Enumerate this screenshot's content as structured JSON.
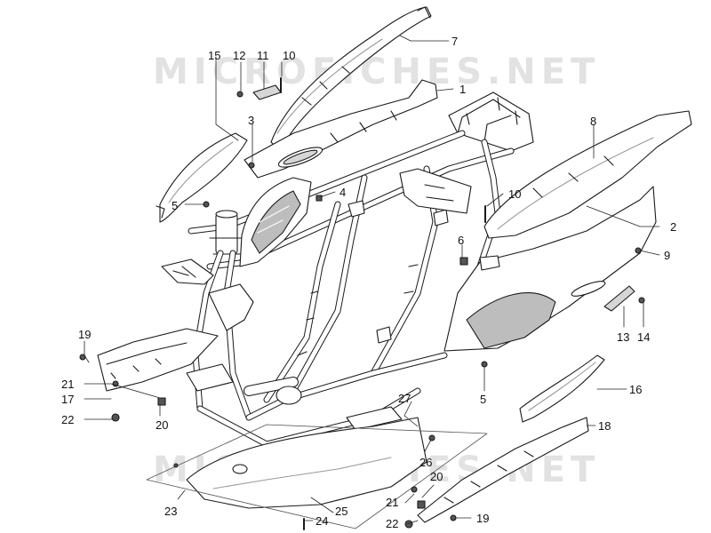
{
  "watermark": {
    "text": "MICROFICHES.NET",
    "color": "#e2e2e2"
  },
  "colors": {
    "line": "#1a1a1a",
    "part_fill": "#ffffff",
    "part_shade": "#d6d6d6",
    "part_dark": "#9a9a9a"
  },
  "callouts": [
    {
      "id": "c1",
      "label": "1"
    },
    {
      "id": "c2",
      "label": "2"
    },
    {
      "id": "c3",
      "label": "3"
    },
    {
      "id": "c4",
      "label": "4"
    },
    {
      "id": "c5a",
      "label": "5"
    },
    {
      "id": "c5b",
      "label": "5"
    },
    {
      "id": "c6",
      "label": "6"
    },
    {
      "id": "c7",
      "label": "7"
    },
    {
      "id": "c8",
      "label": "8"
    },
    {
      "id": "c9",
      "label": "9"
    },
    {
      "id": "c10a",
      "label": "10"
    },
    {
      "id": "c10b",
      "label": "10"
    },
    {
      "id": "c11",
      "label": "11"
    },
    {
      "id": "c12",
      "label": "12"
    },
    {
      "id": "c13",
      "label": "13"
    },
    {
      "id": "c14",
      "label": "14"
    },
    {
      "id": "c15",
      "label": "15"
    },
    {
      "id": "c16",
      "label": "16"
    },
    {
      "id": "c17",
      "label": "17"
    },
    {
      "id": "c18",
      "label": "18"
    },
    {
      "id": "c19a",
      "label": "19"
    },
    {
      "id": "c19b",
      "label": "19"
    },
    {
      "id": "c20a",
      "label": "20"
    },
    {
      "id": "c20b",
      "label": "20"
    },
    {
      "id": "c21a",
      "label": "21"
    },
    {
      "id": "c21b",
      "label": "21"
    },
    {
      "id": "c22a",
      "label": "22"
    },
    {
      "id": "c22b",
      "label": "22"
    },
    {
      "id": "c23",
      "label": "23"
    },
    {
      "id": "c24",
      "label": "24"
    },
    {
      "id": "c25",
      "label": "25"
    },
    {
      "id": "c26",
      "label": "26"
    },
    {
      "id": "c27",
      "label": "27"
    }
  ]
}
